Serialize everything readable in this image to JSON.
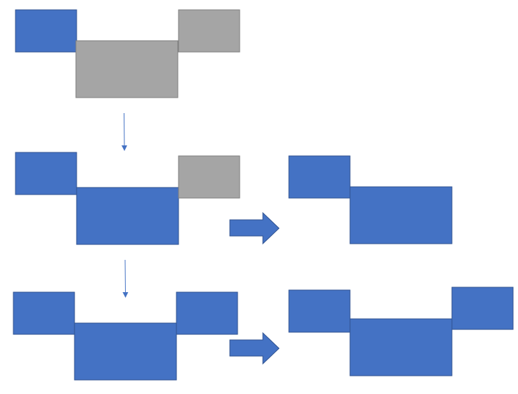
{
  "colors": {
    "active_fill": "#4472C4",
    "active_stroke": "#2F528F",
    "inactive_fill": "#A5A5A5",
    "inactive_stroke": "#7F7F7F",
    "connector": "#4472C4"
  },
  "states": [
    {
      "blocks": [
        "active",
        "inactive",
        "inactive"
      ]
    },
    {
      "blocks": [
        "active",
        "active",
        "inactive"
      ],
      "result_blocks": [
        "active",
        "active"
      ]
    },
    {
      "blocks": [
        "active",
        "active",
        "active"
      ],
      "result_blocks": [
        "active",
        "active",
        "active"
      ]
    }
  ]
}
